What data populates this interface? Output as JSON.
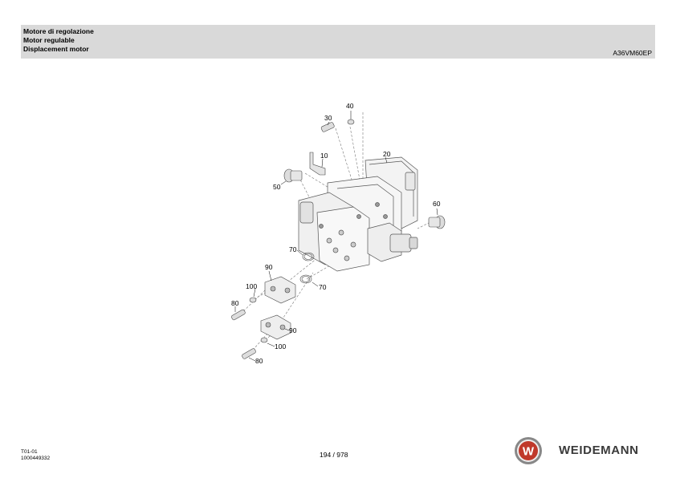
{
  "header": {
    "title_it": "Motore di regolazione",
    "title_de": "Motor regulable",
    "title_en": "Displacement motor",
    "model": "A36VM60EP"
  },
  "footer": {
    "code": "T01-01",
    "doc_number": "1000449332",
    "page": "194 / 978",
    "brand": "WEIDEMANN"
  },
  "logo": {
    "letter": "W",
    "color": "#c0392b"
  },
  "callouts": [
    "40",
    "30",
    "10",
    "20",
    "50",
    "60",
    "70",
    "70",
    "90",
    "100",
    "80",
    "90",
    "100",
    "80"
  ]
}
